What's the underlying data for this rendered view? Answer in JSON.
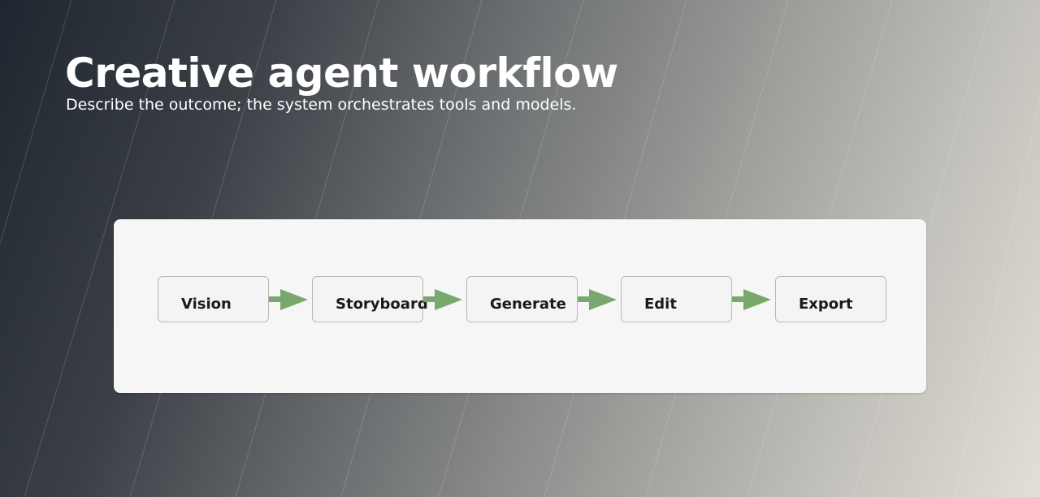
{
  "header": {
    "title": "Creative agent workflow",
    "subtitle": "Describe the outcome; the system orchestrates tools and models."
  },
  "workflow": {
    "steps": [
      {
        "label": "Vision"
      },
      {
        "label": "Storyboard"
      },
      {
        "label": "Generate"
      },
      {
        "label": "Edit"
      },
      {
        "label": "Export"
      }
    ],
    "arrow_color": "#78a86c",
    "node_border_color": "#b8b8b8",
    "panel_color": "#f6f6f6"
  }
}
